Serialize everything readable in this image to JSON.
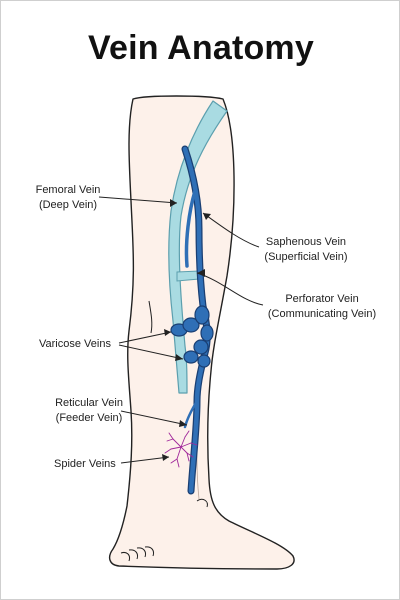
{
  "title": "Vein Anatomy",
  "labels": {
    "femoral": {
      "line1": "Femoral Vein",
      "line2": "(Deep Vein)"
    },
    "saphenous": {
      "line1": "Saphenous Vein",
      "line2": "(Superficial Vein)"
    },
    "perforator": {
      "line1": "Perforator Vein",
      "line2": "(Communicating Vein)"
    },
    "varicose": {
      "line1": "Varicose Veins"
    },
    "reticular": {
      "line1": "Reticular Vein",
      "line2": "(Feeder Vein)"
    },
    "spider": {
      "line1": "Spider Veins"
    }
  },
  "colors": {
    "skin": "#fdf1ea",
    "outline": "#222222",
    "deep_vein": "#a9dbe2",
    "deep_vein_edge": "#5c9fae",
    "superficial_vein": "#2f6fb6",
    "superficial_edge": "#1a3f73",
    "spider_vein": "#a0279a"
  }
}
